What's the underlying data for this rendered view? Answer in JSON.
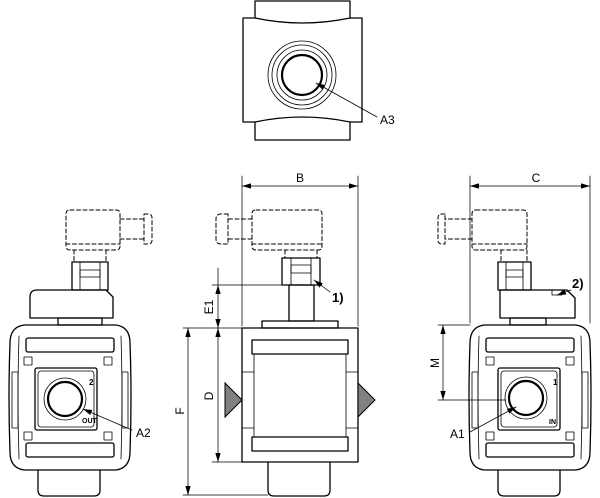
{
  "drawing": {
    "top_view": {
      "port_label": "A3"
    },
    "front_view_left": {
      "port_label": "A2",
      "port_number": "2",
      "port_marking": "OUT"
    },
    "front_view_right": {
      "port_label": "A1",
      "port_number": "1",
      "port_marking": "IN"
    },
    "dimensions": {
      "b": "B",
      "c": "C",
      "e1": "E1",
      "d": "D",
      "f": "F",
      "m": "M"
    },
    "references": {
      "ref_1": "1)",
      "ref_2": "2)"
    }
  },
  "colors": {
    "line": "#000000",
    "flow_arrow_fill": "#808080",
    "background": "#ffffff"
  }
}
